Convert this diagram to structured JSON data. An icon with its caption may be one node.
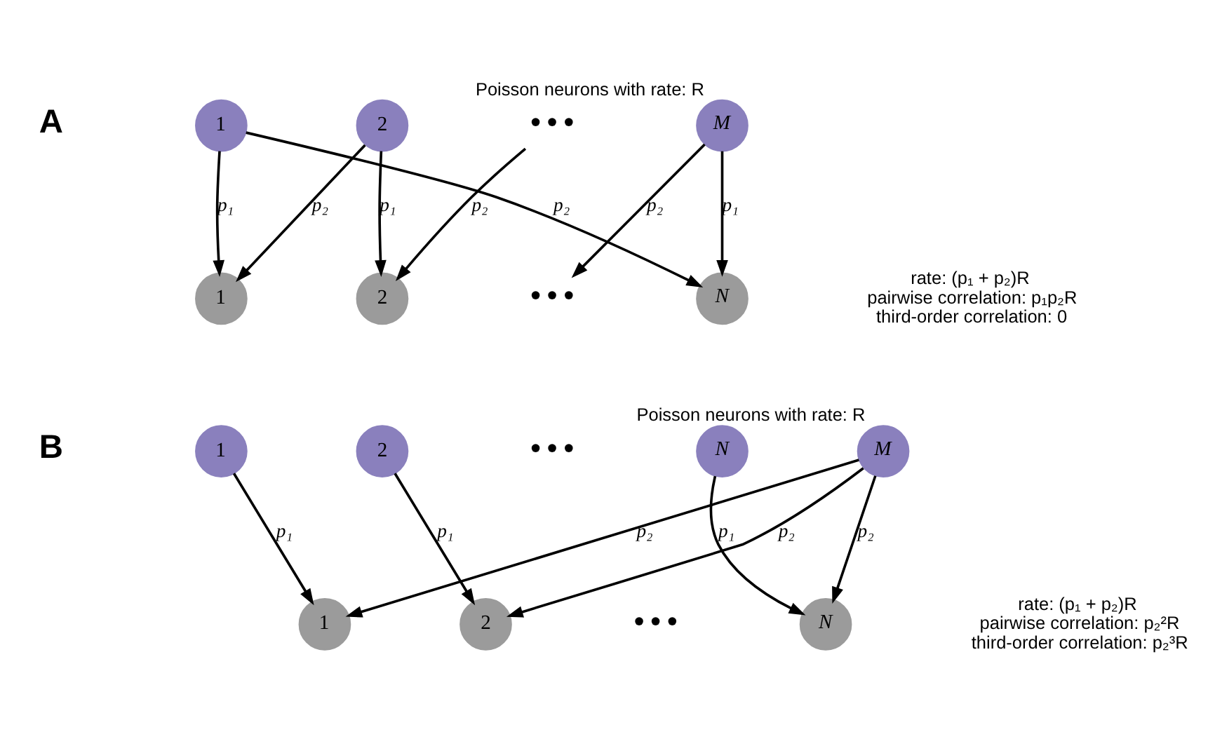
{
  "diagram": {
    "nodes": [
      {
        "text": [
          "1"
        ]
      },
      {
        "text": [
          "2"
        ]
      },
      {
        "text": [
          "•••"
        ]
      },
      {
        "text": [
          "M"
        ],
        "beside": [
          "Poisson neurons with rate: R"
        ]
      },
      {
        "text": [
          "1"
        ]
      },
      {
        "text": [
          "2"
        ]
      },
      {
        "text": [
          "•••"
        ]
      },
      {
        "text": [
          "N"
        ]
      },
      {
        "text": [
          "1"
        ]
      },
      {
        "text": [
          "2"
        ]
      },
      {
        "text": [
          "•••"
        ]
      },
      {
        "text": [
          "N"
        ]
      },
      {
        "text": [
          "M"
        ],
        "beside": [
          "Poisson neurons with rate: R"
        ]
      },
      {
        "text": [
          "1"
        ]
      },
      {
        "text": [
          "2"
        ]
      },
      {
        "text": [
          "•••"
        ]
      },
      {
        "text": [
          "N"
        ]
      }
    ],
    "edges": [
      {
        "from": 0,
        "to": 4,
        "arrow": "to",
        "label": "p₁"
      },
      {
        "from": 0,
        "to": 7,
        "arrow": "to",
        "label": "p₂"
      },
      {
        "from": 1,
        "to": 4,
        "arrow": "to",
        "label": "p₂"
      },
      {
        "from": 1,
        "to": 5,
        "arrow": "to",
        "label": "p₁"
      },
      {
        "from": 2,
        "to": 5,
        "arrow": "to",
        "label": "p₂"
      },
      {
        "from": 3,
        "to": 6,
        "arrow": "to",
        "label": "p₂"
      },
      {
        "from": 3,
        "to": 7,
        "arrow": "to",
        "label": "p₁"
      },
      {
        "from": 8,
        "to": 13,
        "arrow": "to",
        "label": "p₁"
      },
      {
        "from": 9,
        "to": 14,
        "arrow": "to",
        "label": "p₁"
      },
      {
        "from": 11,
        "to": 16,
        "arrow": "to",
        "label": "p₁"
      },
      {
        "from": 12,
        "to": 13,
        "arrow": "to",
        "label": "p₂"
      },
      {
        "from": 12,
        "to": 14,
        "arrow": "to",
        "label": "p₂"
      },
      {
        "from": 12,
        "to": 16,
        "arrow": "to",
        "label": "p₂"
      }
    ],
    "labels": [
      "A",
      "rate: (p₁ + p₂)R",
      "pairwise correlation: p₁p₂R",
      "third-order correlation: 0",
      "B",
      "rate: (p₁ + p₂)R",
      "pairwise correlation: p₂²R",
      "third-order correlation: p₂³R"
    ]
  }
}
